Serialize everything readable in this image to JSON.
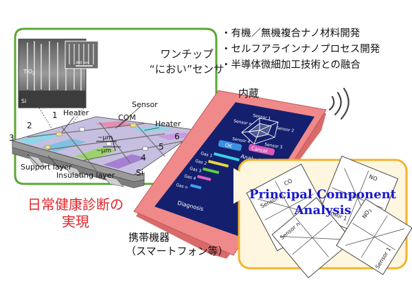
{
  "bullets": [
    "・有機／無機複合ナノ材料開発",
    "・セルフアラインナノプロセス開発",
    "・半導体微細加工技術との融合"
  ],
  "bubble_title_line1": "ワンチップ",
  "bubble_title_line2": "“におい”センサ",
  "naizo_label": "内蔵",
  "health_line1": "日常健康診断の",
  "health_line2": "実現",
  "mobile_line1": "携帯機器",
  "mobile_line2": "（スマートフォン等）",
  "sem": {
    "tio2": "TiO",
    "tio2_sub": "2",
    "si": "Si",
    "scale": "300 nm"
  },
  "sensor_chip": {
    "heater_left": "Heater",
    "sensor": "Sensor",
    "com": "COM",
    "heater_right": "Heater",
    "n1": "1",
    "n2": "2",
    "n3": "3",
    "n4": "4",
    "n5": "5",
    "n6": "6",
    "um1": "~μm",
    "um2": "~μm",
    "si": "Si",
    "support": "Support layer",
    "insulating": "Insulating layer"
  },
  "phone": {
    "radar_labels": [
      "Sensor 1",
      "Sensor 2",
      "Sensor 3",
      "Sensor 4",
      "Sensor n"
    ],
    "ok": "OK",
    "cancel": "Cancel",
    "analysis": "Analysis",
    "gases": [
      "Gas 1",
      "Gas 2",
      "Gas 3",
      "Gas 4",
      "Gas n"
    ],
    "diagnosis": "Diagnosis"
  },
  "pca": {
    "title_line1": "Principal Component",
    "title_line2": "Analysis",
    "card_labels": [
      "CO",
      "NO",
      "NO",
      "2",
      "Sensor n",
      "Sensor 1",
      "Sensor n",
      "Sensor 1"
    ]
  },
  "colors": {
    "bubble_green": "#5aa832",
    "phone_pink": "#f08a8a",
    "screen_navy": "#14206e",
    "pca_border": "#f2b42c",
    "pca_fill": "#fff6e0",
    "health_red": "#e0262a",
    "pca_blue": "#1a1ac8"
  }
}
